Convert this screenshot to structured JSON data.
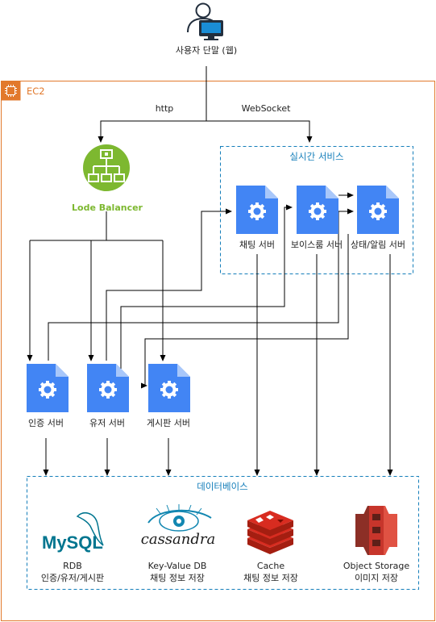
{
  "user": {
    "label": "사용자 단말 (웹)"
  },
  "protocols": {
    "http": "http",
    "websocket": "WebSocket"
  },
  "ec2": {
    "label": "EC2"
  },
  "realtime_group": {
    "label": "실시간 서비스"
  },
  "load_balancer": {
    "label": "Lode Balancer"
  },
  "servers": {
    "chat": "채팅 서버",
    "voice": "보이스룸 서버",
    "status": "상태/알림 서버",
    "auth": "인증 서버",
    "user": "유저 서버",
    "board": "게시판 서버"
  },
  "database_group": {
    "label": "데이터베이스"
  },
  "databases": {
    "rdb": {
      "logo": "MySQL",
      "title": "RDB",
      "desc": "인증/유저/게시판"
    },
    "kv": {
      "logo": "cassandra",
      "title": "Key-Value DB",
      "desc": "채팅 정보 저장"
    },
    "cache": {
      "title": "Cache",
      "desc": "채팅 정보 저장"
    },
    "object": {
      "title": "Object Storage",
      "desc": "이미지 저장"
    }
  },
  "colors": {
    "ec2_border": "#E2792C",
    "group_border": "#147EBA",
    "server_blue": "#4285F4",
    "lb_green": "#7DB830",
    "user_icon": "#232F3E",
    "redis_red": "#D82C20",
    "s3_red": "#C7352B",
    "mysql_blue": "#00758F",
    "mysql_orange": "#F29111"
  }
}
